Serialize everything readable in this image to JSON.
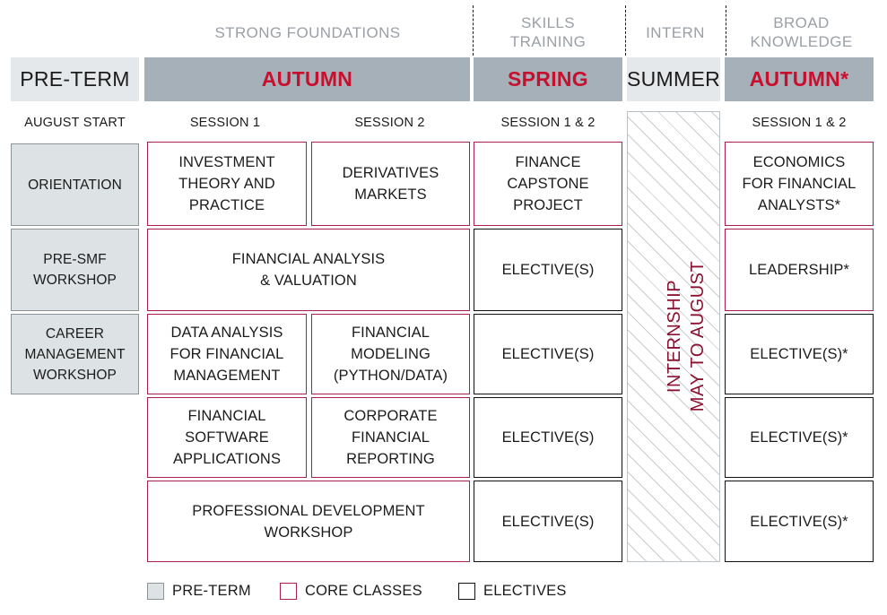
{
  "phases": [
    {
      "id": "strong-foundations",
      "label": "STRONG FOUNDATIONS"
    },
    {
      "id": "skills-training",
      "label": "SKILLS\nTRAINING"
    },
    {
      "id": "intern",
      "label": "INTERN"
    },
    {
      "id": "broad-knowledge",
      "label": "BROAD\nKNOWLEDGE"
    }
  ],
  "terms": [
    {
      "id": "pre-term",
      "label": "PRE-TERM",
      "style": "light"
    },
    {
      "id": "autumn",
      "label": "AUTUMN",
      "style": "dark-accent"
    },
    {
      "id": "spring",
      "label": "SPRING",
      "style": "dark-accent"
    },
    {
      "id": "summer",
      "label": "SUMMER",
      "style": "light"
    },
    {
      "id": "autumn-2",
      "label": "AUTUMN*",
      "style": "dark-accent"
    }
  ],
  "sessions": [
    {
      "id": "august-start",
      "label": "AUGUST START"
    },
    {
      "id": "autumn-session-1",
      "label": "SESSION 1"
    },
    {
      "id": "autumn-session-2",
      "label": "SESSION 2"
    },
    {
      "id": "spring-sessions",
      "label": "SESSION 1 & 2"
    },
    {
      "id": "autumn2-sessions",
      "label": "SESSION 1 & 2"
    }
  ],
  "preterm_courses": [
    {
      "label": "ORIENTATION"
    },
    {
      "label": "PRE-SMF\nWORKSHOP"
    },
    {
      "label": "CAREER\nMANAGEMENT\nWORKSHOP"
    }
  ],
  "autumn_courses": [
    {
      "label": "INVESTMENT\nTHEORY AND\nPRACTICE",
      "type": "core",
      "span": "session1"
    },
    {
      "label": "DERIVATIVES\nMARKETS",
      "type": "core",
      "span": "session2"
    },
    {
      "label": "FINANCIAL ANALYSIS\n& VALUATION",
      "type": "core",
      "span": "both"
    },
    {
      "label": "DATA ANALYSIS\nFOR FINANCIAL\nMANAGEMENT",
      "type": "core",
      "span": "session1"
    },
    {
      "label": "FINANCIAL\nMODELING\n(PYTHON/DATA)",
      "type": "core",
      "span": "session2"
    },
    {
      "label": "FINANCIAL\nSOFTWARE\nAPPLICATIONS",
      "type": "core",
      "span": "session1"
    },
    {
      "label": "CORPORATE\nFINANCIAL\nREPORTING",
      "type": "core",
      "span": "session2"
    },
    {
      "label": "PROFESSIONAL DEVELOPMENT\nWORKSHOP",
      "type": "core",
      "span": "both"
    }
  ],
  "spring_courses": [
    {
      "label": "FINANCE\nCAPSTONE\nPROJECT",
      "type": "core"
    },
    {
      "label": "ELECTIVE(S)",
      "type": "elective"
    },
    {
      "label": "ELECTIVE(S)",
      "type": "elective"
    },
    {
      "label": "ELECTIVE(S)",
      "type": "elective"
    },
    {
      "label": "ELECTIVE(S)",
      "type": "elective"
    }
  ],
  "autumn2_courses": [
    {
      "label": "ECONOMICS\nFOR FINANCIAL\nANALYSTS*",
      "type": "core"
    },
    {
      "label": "LEADERSHIP*",
      "type": "core"
    },
    {
      "label": "ELECTIVE(S)*",
      "type": "elective"
    },
    {
      "label": "ELECTIVE(S)*",
      "type": "elective"
    },
    {
      "label": "ELECTIVE(S)*",
      "type": "elective"
    }
  ],
  "internship": {
    "line1": "INTERNSHIP",
    "line2": "MAY TO AUGUST"
  },
  "legend": [
    {
      "id": "pre-term",
      "label": "PRE-TERM",
      "swatch": "preterm"
    },
    {
      "id": "core-classes",
      "label": "CORE CLASSES",
      "swatch": "core"
    },
    {
      "id": "electives",
      "label": "ELECTIVES",
      "swatch": "elect"
    }
  ],
  "colors": {
    "accent_red": "#c8102e",
    "core_border": "#aa1e4d",
    "term_bar_dark": "#a6b0b9",
    "term_bar_light": "#e4e8ea",
    "preterm_fill": "#dde2e5",
    "phase_text": "#9aa0a6",
    "internship_text": "#8c1131"
  }
}
